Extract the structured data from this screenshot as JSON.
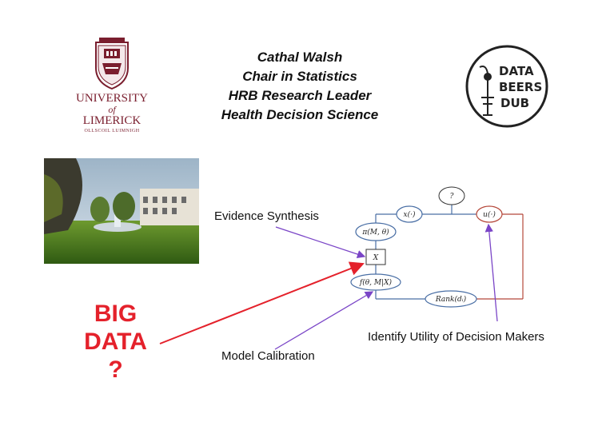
{
  "author": {
    "name": "Cathal Walsh",
    "role1": "Chair in Statistics",
    "role2": "HRB Research Leader",
    "role3": "Health Decision Science"
  },
  "logos": {
    "university_line1": "UNIVERSITY",
    "university_line2": "of",
    "university_line3": "LIMERICK",
    "university_irish": "OLLSCOIL LUIMNIGH",
    "databeers": [
      "DATA",
      "BEERS",
      "DUB"
    ]
  },
  "big_data": {
    "line1": "BIG",
    "line2": "DATA",
    "line3": "?"
  },
  "labels": {
    "evidence": "Evidence Synthesis",
    "calibration": "Model Calibration",
    "utility": "Identify Utility of Decision Makers"
  },
  "nodes": {
    "question": "?",
    "x_fn": "x(·)",
    "u_fn": "u(·)",
    "pi": "π(M, θ)",
    "X": "X",
    "f": "f(θ, M|X)",
    "rank": "Rank(dᵢ)"
  },
  "colors": {
    "big_data": "#e4212b",
    "blue_edges": "#4a6fa5",
    "red_edges": "#b5483a",
    "purple_arrows": "#7a45c7"
  }
}
